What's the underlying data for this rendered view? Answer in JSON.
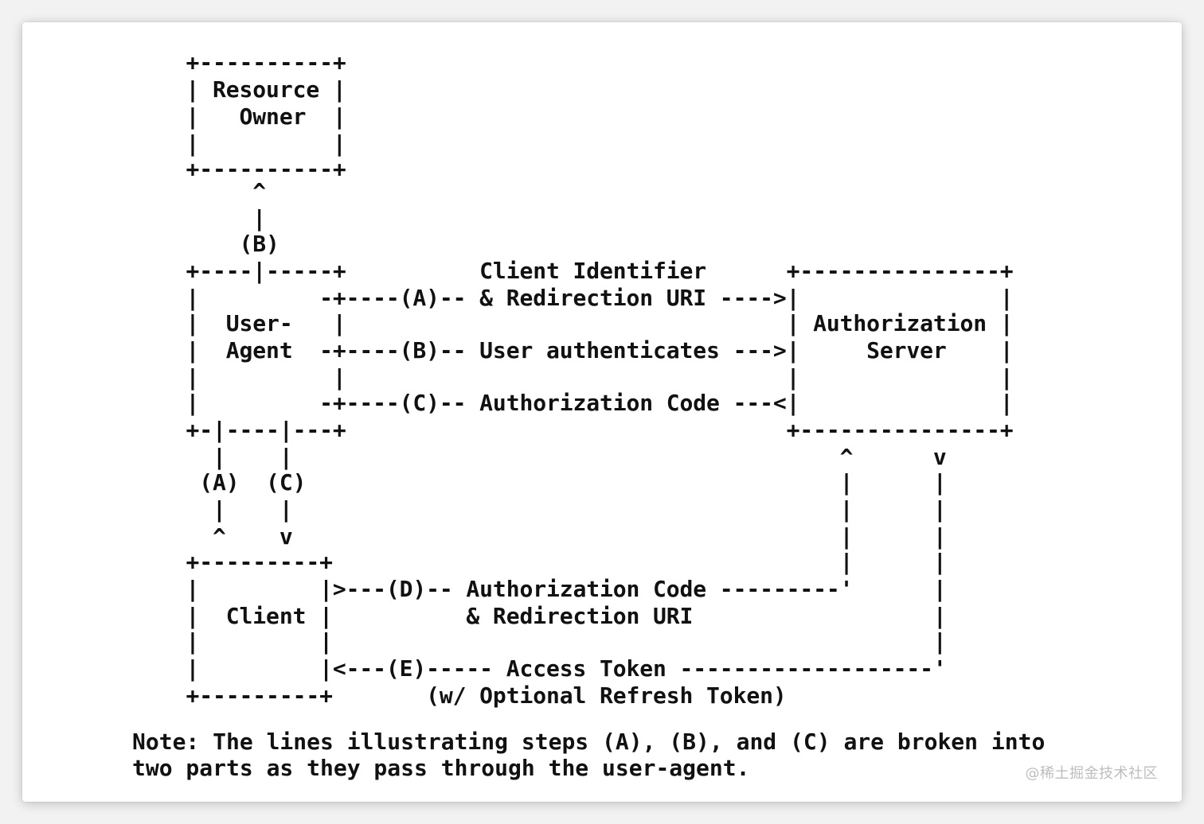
{
  "diagram": {
    "lines": [
      "  +----------+",
      "  | Resource |",
      "  |   Owner  |",
      "  |          |",
      "  +----------+",
      "       ^",
      "       |",
      "      (B)",
      "  +----|-----+          Client Identifier      +---------------+",
      "  |         -+----(A)-- & Redirection URI ---->|               |",
      "  |  User-   |                                 | Authorization |",
      "  |  Agent  -+----(B)-- User authenticates --->|     Server    |",
      "  |          |                                 |               |",
      "  |         -+----(C)-- Authorization Code ---<|               |",
      "  +-|----|---+                                 +---------------+",
      "    |    |                                         ^      v",
      "   (A)  (C)                                        |      |",
      "    |    |                                         |      |",
      "    ^    v                                         |      |",
      "  +---------+                                      |      |",
      "  |         |>---(D)-- Authorization Code ---------'      |",
      "  |  Client |          & Redirection URI                  |",
      "  |         |                                             |",
      "  |         |<---(E)----- Access Token -------------------'",
      "  +---------+       (w/ Optional Refresh Token)"
    ],
    "note_lines": [
      "Note: The lines illustrating steps (A), (B), and (C) are broken into",
      "two parts as they pass through the user-agent."
    ]
  },
  "watermark": "@稀土掘金技术社区"
}
